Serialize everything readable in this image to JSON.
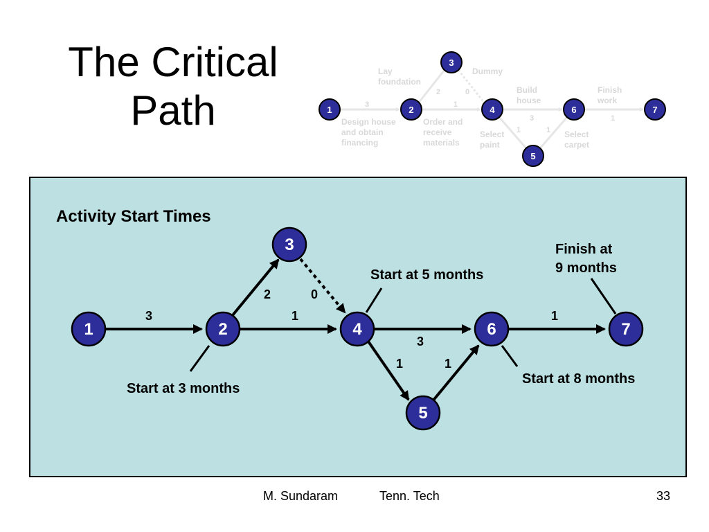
{
  "slide": {
    "title_line1": "The Critical",
    "title_line2": "Path",
    "footer_author": "M. Sundaram",
    "footer_affiliation": "Tenn. Tech",
    "page_number": "33"
  },
  "thumbnail": {
    "nodes": [
      "1",
      "2",
      "3",
      "4",
      "5",
      "6",
      "7"
    ],
    "edge_durations": {
      "e12": "3",
      "e23": "2",
      "e34": "0",
      "e24": "1",
      "e46": "3",
      "e45": "1",
      "e56": "1",
      "e67": "1"
    },
    "activity_labels": {
      "lay_foundation": [
        "Lay",
        "foundation"
      ],
      "dummy": [
        "Dummy"
      ],
      "build_house": [
        "Build",
        "house"
      ],
      "finish_work": [
        "Finish",
        "work"
      ],
      "design_house": [
        "Design house",
        "and obtain",
        "financing"
      ],
      "order_materials": [
        "Order and",
        "receive",
        "materials"
      ],
      "select_paint": [
        "Select",
        "paint"
      ],
      "select_carpet": [
        "Select",
        "carpet"
      ]
    }
  },
  "main": {
    "heading": "Activity Start Times",
    "nodes": [
      "1",
      "2",
      "3",
      "4",
      "5",
      "6",
      "7"
    ],
    "edge_durations": {
      "e12": "3",
      "e23": "2",
      "e34": "0",
      "e24": "1",
      "e46": "3",
      "e45": "1",
      "e56": "1",
      "e67": "1"
    },
    "callouts": {
      "node2": "Start at 3 months",
      "node4": "Start at 5 months",
      "node6": "Start at 8 months",
      "node7_line1": "Finish at",
      "node7_line2": "9 months"
    }
  },
  "colors": {
    "node_fill": "#2e2e9a",
    "panel_bg": "#bde0e3",
    "thumb_label": "#d8d8d8"
  }
}
